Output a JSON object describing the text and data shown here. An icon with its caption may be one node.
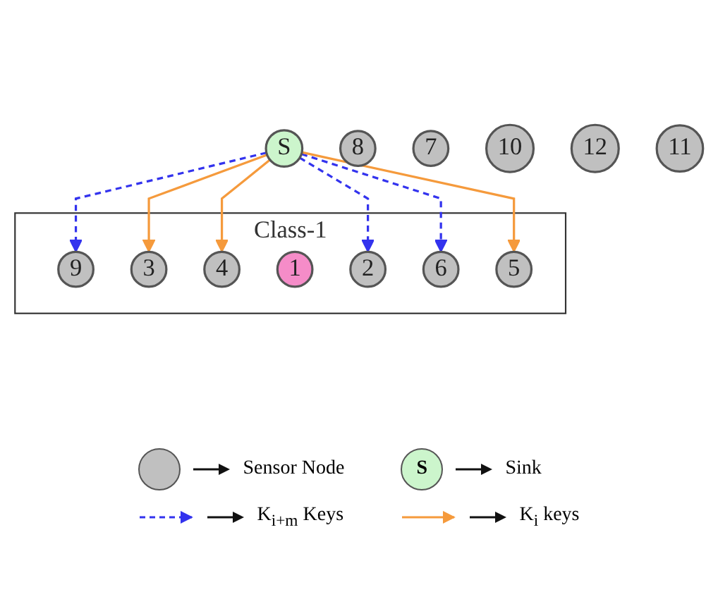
{
  "diagram": {
    "nodes": [
      {
        "text": [
          "S"
        ]
      },
      {
        "text": [
          "8"
        ]
      },
      {
        "text": [
          "Class-1"
        ]
      },
      {
        "text": [
          "9"
        ],
        "in": 2
      },
      {
        "text": [
          "3"
        ],
        "in": 2
      },
      {
        "text": [
          "7"
        ]
      },
      {
        "text": [
          "1"
        ],
        "in": 2
      },
      {
        "text": [
          "2"
        ],
        "in": 2
      },
      {
        "text": [
          "4"
        ],
        "in": 2
      },
      {
        "text": [
          "5"
        ],
        "in": 2
      },
      {
        "text": [
          "6"
        ],
        "in": 2
      },
      {
        "text": [
          "10"
        ]
      },
      {
        "text": [
          "12"
        ]
      },
      {
        "text": [
          "11"
        ]
      }
    ],
    "edges": [
      {
        "from": 0,
        "to": 3,
        "arrow": "to",
        "style": "dashed",
        "color": "#3333ee"
      },
      {
        "from": 0,
        "to": 4,
        "arrow": "to",
        "color": "#f59a3c"
      },
      {
        "from": 0,
        "to": 8,
        "arrow": "to",
        "color": "#f59a3c"
      },
      {
        "from": 0,
        "to": 7,
        "arrow": "to",
        "style": "dashed",
        "color": "#3333ee"
      },
      {
        "from": 0,
        "to": 10,
        "arrow": "to",
        "style": "dashed",
        "color": "#3333ee"
      },
      {
        "from": 0,
        "to": 9,
        "arrow": "to",
        "color": "#f59a3c"
      }
    ],
    "labels": [
      "S"
    ],
    "legend": [
      {
        "text": "Sensor Node",
        "color": "#c0c0c0"
      },
      {
        "text": "Sink",
        "color": "#ccf5cc"
      },
      {
        "text": "K$_{i+m}$ Keys"
      },
      {
        "text": "K$_{i}$ keys"
      }
    ]
  }
}
